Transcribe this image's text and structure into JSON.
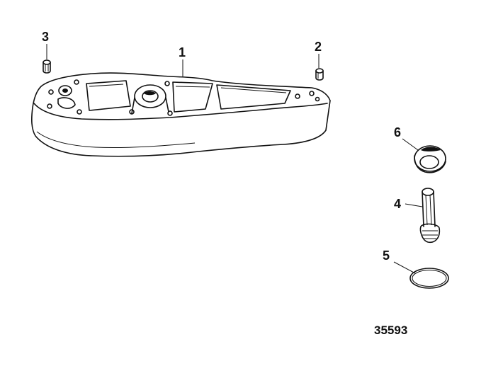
{
  "callouts": {
    "c1": "1",
    "c2": "2",
    "c3": "3",
    "c4": "4",
    "c5": "5",
    "c6": "6"
  },
  "figure_number": "35593",
  "colors": {
    "ink": "#111111",
    "background": "#ffffff"
  }
}
